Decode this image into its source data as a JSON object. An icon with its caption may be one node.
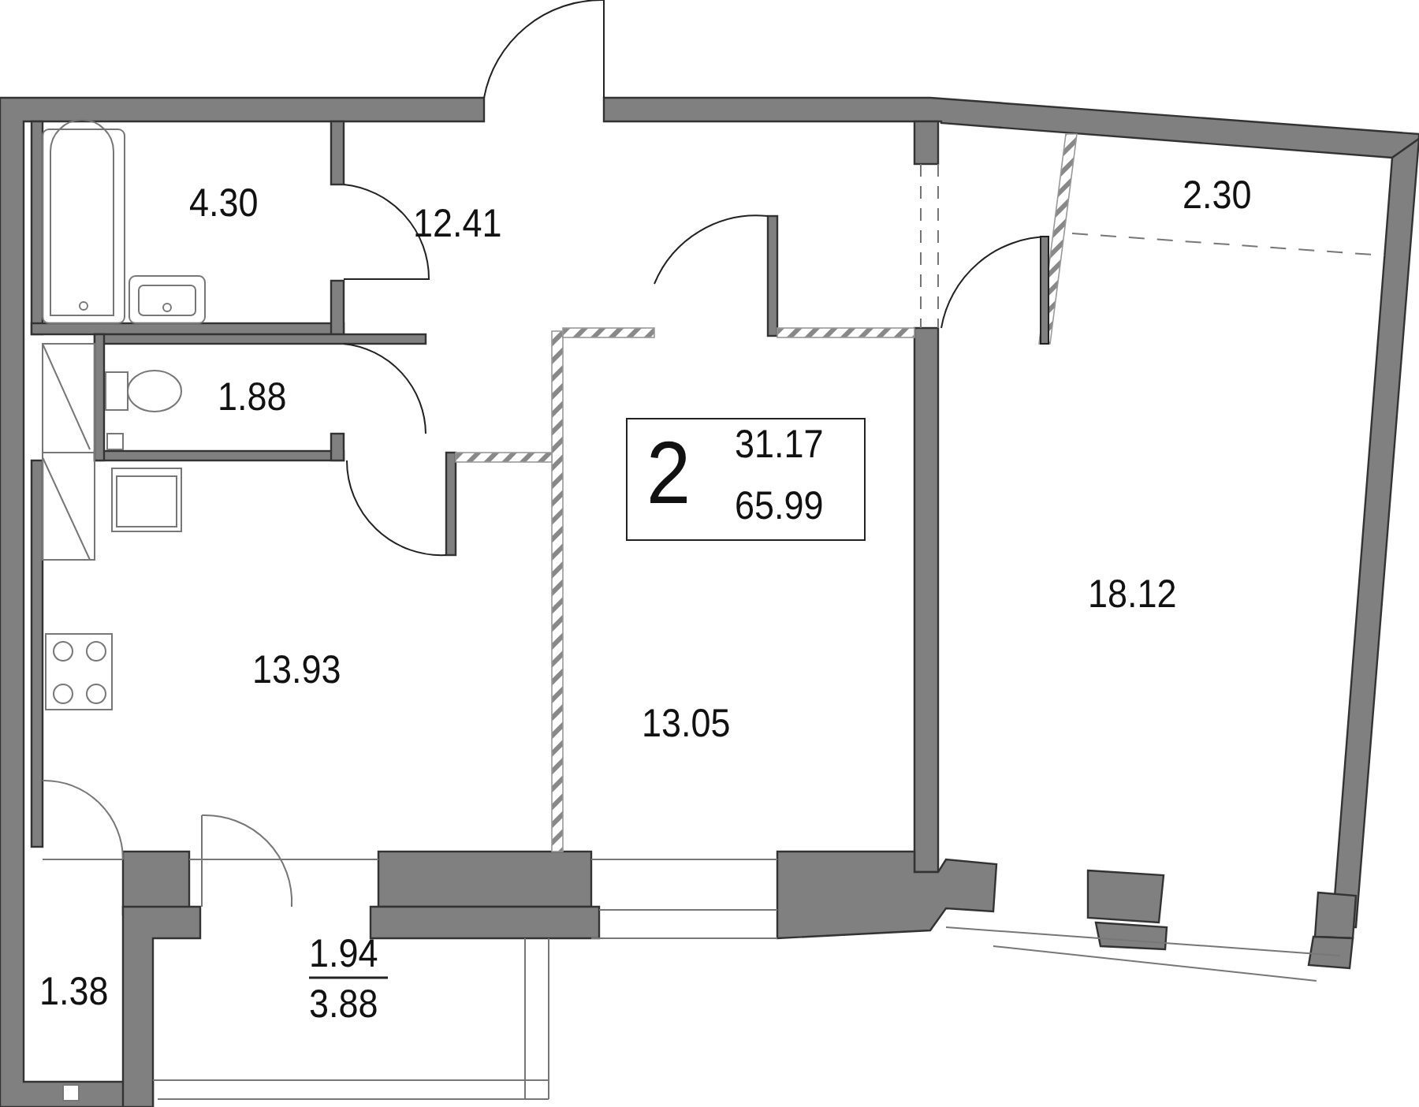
{
  "diagram": {
    "labels": [
      "4.30",
      "12.41",
      "2.30",
      "1.88",
      "2",
      "31.17",
      "65.99",
      "18.12",
      "13.93",
      "13.05",
      "1.38",
      "1.94",
      "3.88"
    ]
  }
}
